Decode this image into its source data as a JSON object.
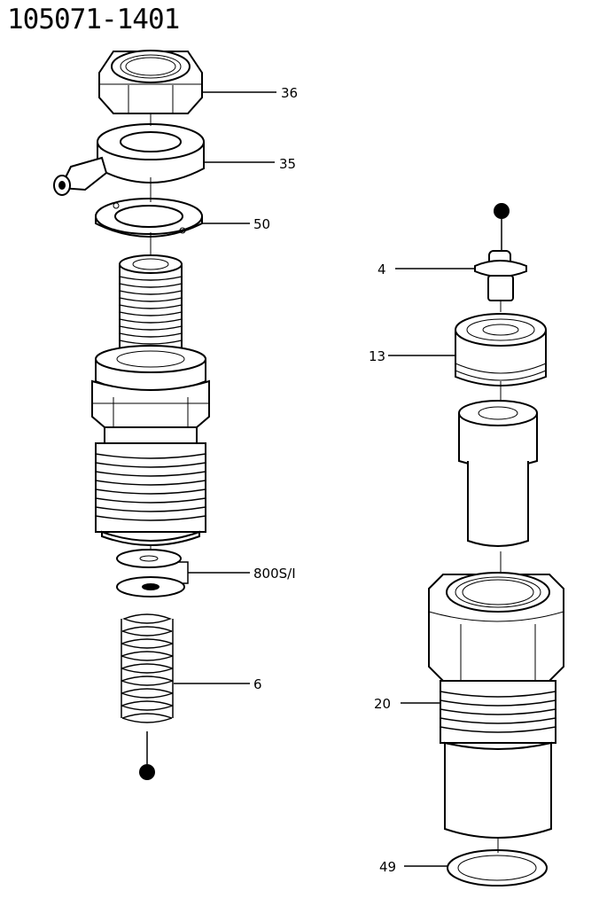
{
  "title": "105071-1401",
  "callouts": {
    "c36": "36",
    "c35": "35",
    "c50": "50",
    "c800": "800S/I",
    "c6": "6",
    "c4": "4",
    "c13": "13",
    "c20": "20",
    "c49": "49"
  },
  "colors": {
    "ink": "#000000",
    "paper": "#ffffff"
  }
}
